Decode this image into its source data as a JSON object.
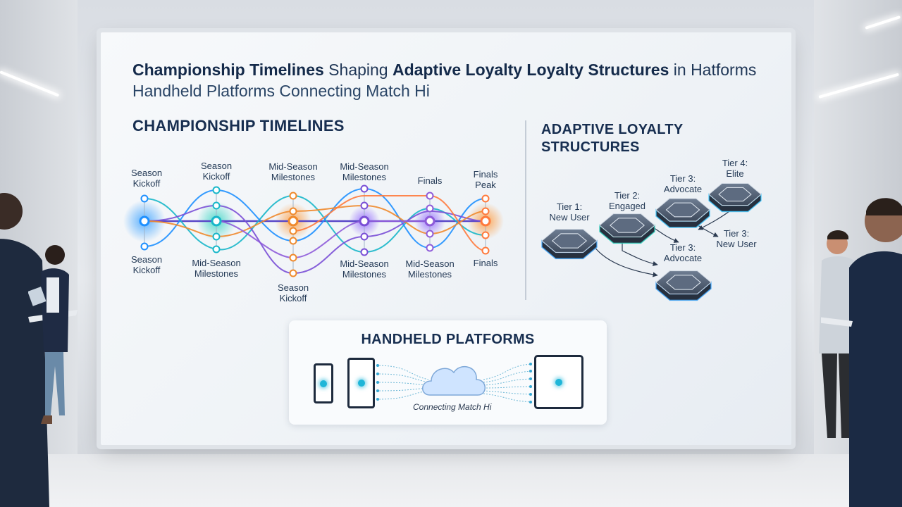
{
  "title": {
    "line1_a": "Championship Timelines",
    "line1_b": " Shaping ",
    "line1_c": "Adaptive Loyalty Loyalty Structures",
    "line1_d": " in Hatforms",
    "line2": "Handheld Platforms Connecting Match Hi"
  },
  "championship": {
    "heading": "CHAMPIONSHIP TIMELINES",
    "top_labels": [
      {
        "l1": "Season",
        "l2": "Kickoff"
      },
      {
        "l1": "Season",
        "l2": "Kickoff"
      },
      {
        "l1": "Mid-Season",
        "l2": "Milestones"
      },
      {
        "l1": "Mid-Season",
        "l2": "Milestones"
      },
      {
        "l1": "Finals",
        "l2": ""
      },
      {
        "l1": "Finals",
        "l2": "Peak"
      }
    ],
    "bottom_labels": [
      {
        "l1": "Season",
        "l2": "Kickoff"
      },
      {
        "l1": "Mid-Season",
        "l2": "Milestones"
      },
      {
        "l1": "Season",
        "l2": "Kickoff"
      },
      {
        "l1": "Mid-Season",
        "l2": "Milestones"
      },
      {
        "l1": "Mid-Season",
        "l2": "Milestones"
      },
      {
        "l1": "Finals",
        "l2": ""
      }
    ],
    "colors": [
      "#1e90ff",
      "#18b7c9",
      "#7a4fd6",
      "#f08a2c",
      "#8e5bd9",
      "#ff7a3c"
    ]
  },
  "loyalty": {
    "heading_l1": "ADAPTIVE LOYALTY",
    "heading_l2": "STRUCTURES",
    "tiers": [
      {
        "l1": "Tier 1:",
        "l2": "New User"
      },
      {
        "l1": "Tier 2:",
        "l2": "Engaged"
      },
      {
        "l1": "Tier 3:",
        "l2": "Advocate"
      },
      {
        "l1": "Tier 4:",
        "l2": "Elite"
      },
      {
        "l1": "Tier 3:",
        "l2": "New User"
      },
      {
        "l1": "Tier 3:",
        "l2": "Advocate"
      }
    ]
  },
  "handheld": {
    "heading": "HANDHELD PLATFORMS",
    "caption": "Connecting Match Hi",
    "cloud_icon": "cloud-icon"
  }
}
